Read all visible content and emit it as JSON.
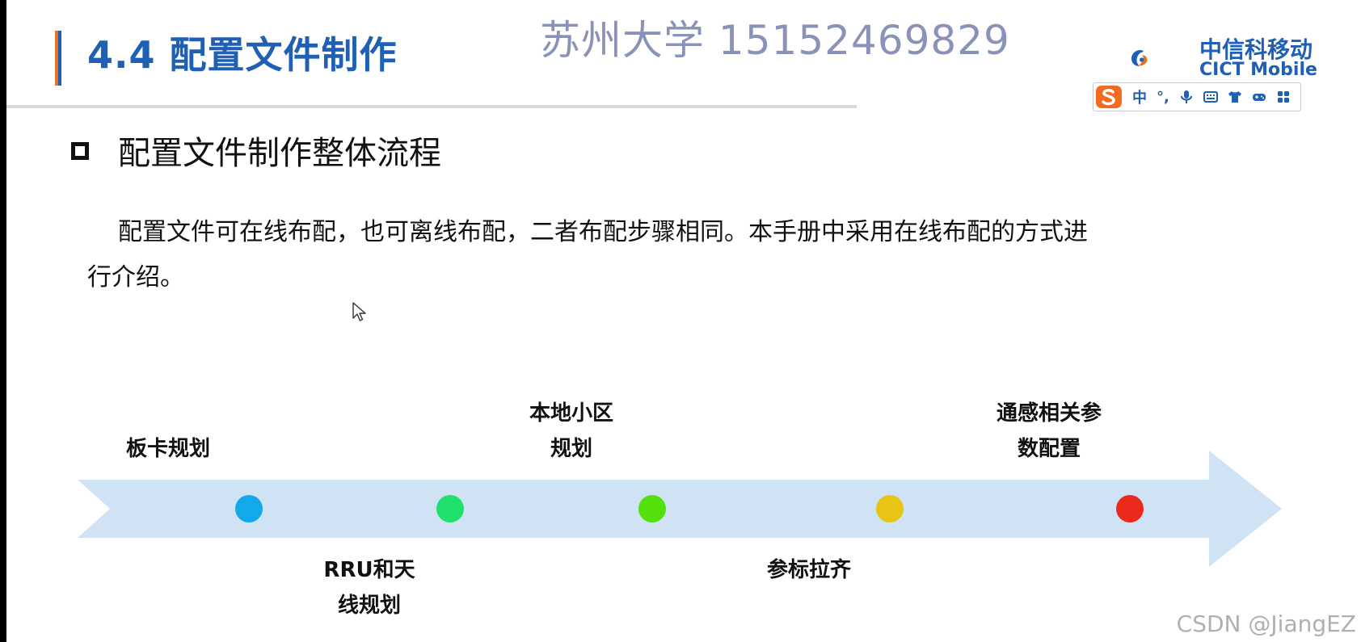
{
  "header": {
    "section_title": "4.4 配置文件制作",
    "watermark_top": "苏州大学 15152469829",
    "logo": {
      "cn": "中信科移动",
      "en": "CICT Mobile"
    }
  },
  "ime_toolbar": {
    "items": [
      "中",
      "°,"
    ],
    "icons": [
      "sogou-logo",
      "microphone-icon",
      "keyboard-icon",
      "shirt-icon",
      "game-controller-icon",
      "grid-icon"
    ]
  },
  "content": {
    "subtitle": "配置文件制作整体流程",
    "paragraph_line1": "配置文件可在线布配，也可离线布配，二者布配步骤相同。本手册中采用在线布配的方式进",
    "paragraph_line2": "行介绍。"
  },
  "timeline": {
    "steps": [
      {
        "line1": "板卡规划",
        "line2": "",
        "position": "top",
        "color": "#11a9ea"
      },
      {
        "line1": "RRU和天",
        "line2": "线规划",
        "position": "bottom",
        "color": "#1fe06a"
      },
      {
        "line1": "本地小区",
        "line2": "规划",
        "position": "top",
        "color": "#53e10e"
      },
      {
        "line1": "参标拉齐",
        "line2": "",
        "position": "bottom",
        "color": "#e8c414"
      },
      {
        "line1": "通感相关参",
        "line2": "数配置",
        "position": "top",
        "color": "#ea2a1c"
      }
    ],
    "arrow_color": "#cfe3f5"
  },
  "footer": {
    "watermark": "CSDN @JiangEZ"
  }
}
